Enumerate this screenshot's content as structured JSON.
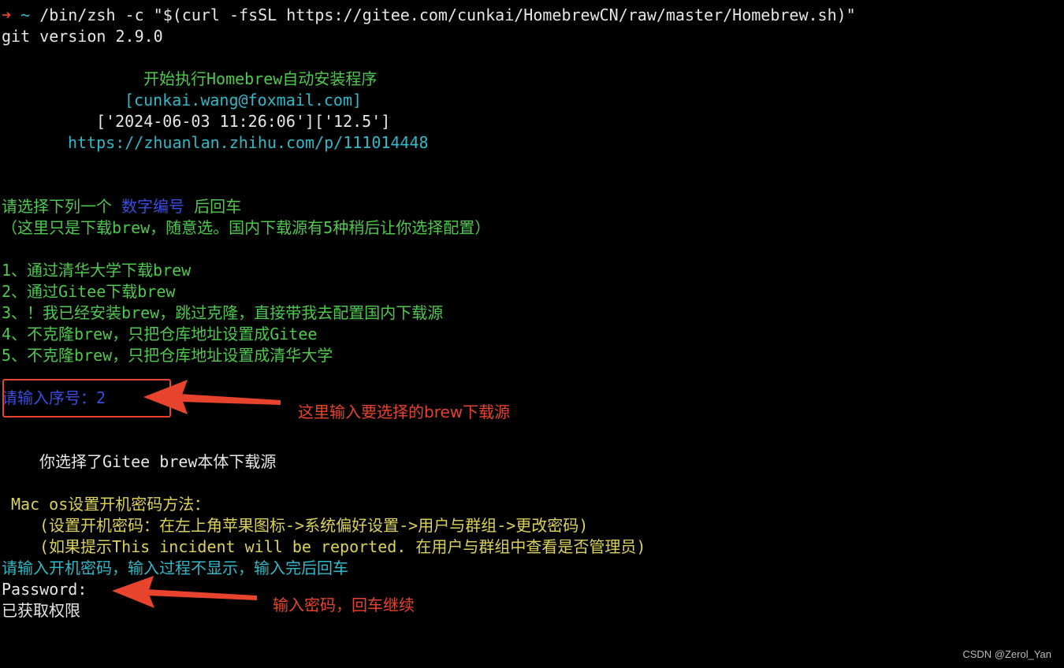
{
  "terminal": {
    "command": {
      "prompt_symbol": "➜",
      "cwd": "~",
      "text": "/bin/zsh -c \"$(curl -fsSL https://gitee.com/cunkai/HomebrewCN/raw/master/Homebrew.sh)\""
    },
    "git_version": "git version 2.9.0",
    "banner": {
      "title": "开始执行Homebrew自动安装程序",
      "email": "[cunkai.wang@foxmail.com]",
      "datetime": "['2024-06-03 11:26:06']['12.5']",
      "url": "https://zhuanlan.zhihu.com/p/111014448"
    },
    "select_prompt": {
      "before": "请选择下列一个 ",
      "highlight": "数字编号",
      "after": " 后回车",
      "note": "（这里只是下载brew，随意选。国内下载源有5种稍后让你选择配置）"
    },
    "options": [
      "1、通过清华大学下载brew",
      "2、通过Gitee下载brew",
      "3、！我已经安装brew，跳过克隆，直接带我去配置国内下载源",
      "4、不克隆brew，只把仓库地址设置成Gitee",
      "5、不克隆brew，只把仓库地址设置成清华大学"
    ],
    "input_prompt": "请输入序号：2",
    "selected_message": "你选择了Gitee brew本体下载源",
    "mac_password": {
      "heading": "Mac os设置开机密码方法：",
      "hint1": "(设置开机密码：在左上角苹果图标->系统偏好设置->用户与群组->更改密码)",
      "hint2": "(如果提示This incident will be reported. 在用户与群组中查看是否管理员)"
    },
    "password_prompt": "请输入开机密码，输入过程不显示，输入完后回车",
    "password_label": "Password:",
    "granted": "已获取权限"
  },
  "annotations": {
    "select_note": "这里输入要选择的brew下载源",
    "password_note": "输入密码，回车继续"
  },
  "watermark": "CSDN @Zerol_Yan",
  "colors": {
    "background": "#000000",
    "green": "#4ec94e",
    "cyan": "#30b9c8",
    "blue": "#3a4ee0",
    "yellow": "#dcd25a",
    "annotation_red": "#e8432c"
  }
}
